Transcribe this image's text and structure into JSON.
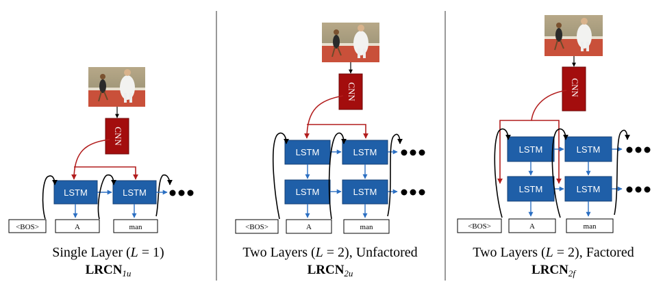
{
  "panels": [
    {
      "id": "single",
      "cnn_label": "CNN",
      "lstm_label": "LSTM",
      "tokens": [
        "<BOS>",
        "A",
        "man"
      ],
      "caption": {
        "before": "Single Layer (",
        "var": "L",
        "equals": " = 1)",
        "after": ""
      },
      "model": {
        "name": "LRCN",
        "sub": "1u"
      }
    },
    {
      "id": "two-unfactored",
      "cnn_label": "CNN",
      "lstm_label": "LSTM",
      "tokens": [
        "<BOS>",
        "A",
        "man"
      ],
      "caption": {
        "before": "Two Layers (",
        "var": "L",
        "equals": " = 2)",
        "after": ", Unfactored"
      },
      "model": {
        "name": "LRCN",
        "sub": "2u"
      }
    },
    {
      "id": "two-factored",
      "cnn_label": "CNN",
      "lstm_label": "LSTM",
      "tokens": [
        "<BOS>",
        "A",
        "man"
      ],
      "caption": {
        "before": "Two Layers (",
        "var": "L",
        "equals": " = 2)",
        "after": ", Factored"
      },
      "model": {
        "name": "LRCN",
        "sub": "2f"
      }
    }
  ],
  "colors": {
    "lstm_fill": "#1f5fa8",
    "lstm_stroke": "#153f73",
    "cnn_fill": "#a30d0d",
    "cnn_arrow": "#b21d1d",
    "lstm_arrow": "#2b6fc2",
    "track": "#c0442f",
    "divider": "#555555"
  }
}
